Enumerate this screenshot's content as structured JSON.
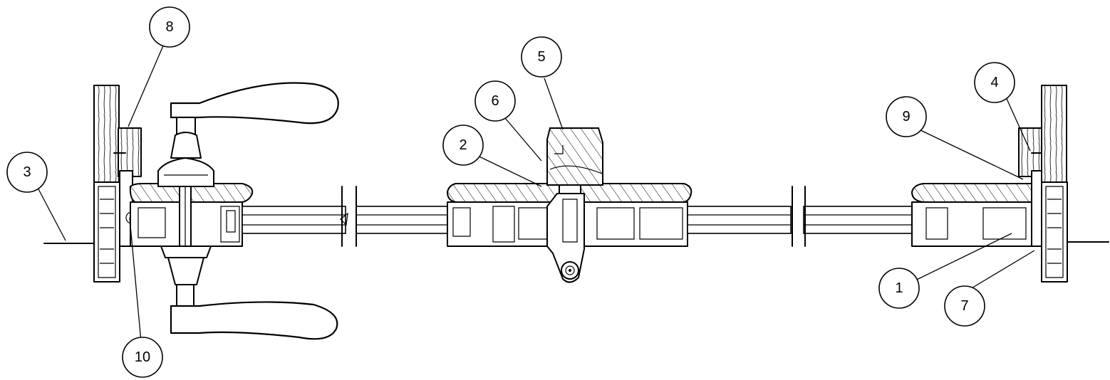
{
  "callouts": [
    {
      "id": "c1",
      "label": "1"
    },
    {
      "id": "c2",
      "label": "2"
    },
    {
      "id": "c3",
      "label": "3"
    },
    {
      "id": "c4",
      "label": "4"
    },
    {
      "id": "c5",
      "label": "5"
    },
    {
      "id": "c6",
      "label": "6"
    },
    {
      "id": "c7",
      "label": "7"
    },
    {
      "id": "c8",
      "label": "8"
    },
    {
      "id": "c9",
      "label": "9"
    },
    {
      "id": "c10",
      "label": "10"
    }
  ],
  "colors": {
    "stroke": "#000000",
    "background": "#ffffff"
  }
}
